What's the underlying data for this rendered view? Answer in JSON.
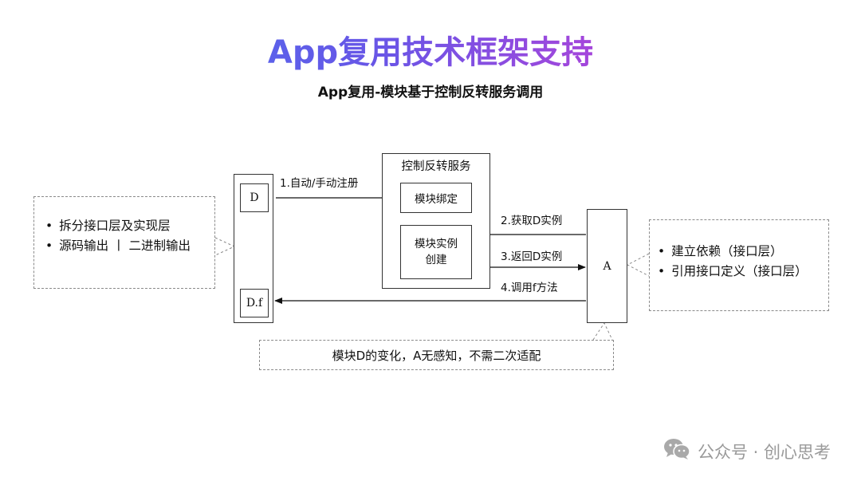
{
  "title": "App复用技术框架支持",
  "subtitle": "App复用-模块基于控制反转服务调用",
  "diagram": {
    "module_d": {
      "top_label": "D",
      "bottom_label": "D.f"
    },
    "ioc_service": {
      "title": "控制反转服务",
      "binding_label": "模块绑定",
      "instance_label": "模块实例\n创建"
    },
    "module_a": {
      "label": "A"
    },
    "arrows": {
      "register": "1.自动/手动注册",
      "get_instance": "2.获取D实例",
      "return_instance": "3.返回D实例",
      "call_method": "4.调用f方法"
    },
    "left_note": {
      "items": [
        "拆分接口层及实现层",
        "源码输出 丨 二进制输出"
      ]
    },
    "right_note": {
      "items": [
        "建立依赖（接口层）",
        "引用接口定义（接口层）"
      ]
    },
    "bottom_note": {
      "text": "模块D的变化，A无感知，不需二次适配"
    }
  },
  "watermark": {
    "text": "公众号 · 创心思考",
    "icon": "wechat-icon"
  }
}
